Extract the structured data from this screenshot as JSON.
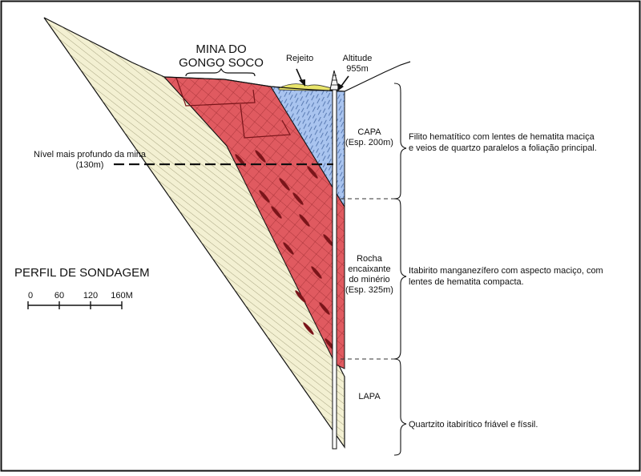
{
  "figure": {
    "title": "PERFIL DE SONDAGEM",
    "mine_label": [
      "MINA DO",
      "GONGO SOCO"
    ],
    "rejeito_label": "Rejeito",
    "altitude_label": [
      "Altitude",
      "955m"
    ],
    "deepest_level_label": [
      "Nível mais profundo da mina",
      "(130m)"
    ]
  },
  "zones": [
    {
      "id": "capa",
      "name_lines": [
        "CAPA",
        "(Esp. 200m)"
      ],
      "description_lines": [
        "Filito hematítico com lentes de hematita maciça",
        "e veios de quartzo paralelos a foliação principal."
      ],
      "color": "#a9c4ef"
    },
    {
      "id": "rocha",
      "name_lines": [
        "Rocha",
        "encaixante",
        "do minério",
        "(Esp. 325m)"
      ],
      "description_lines": [
        "Itabirito manganezífero com aspecto maciço, com",
        "lentes de hematita compacta."
      ],
      "color": "#e05a60"
    },
    {
      "id": "lapa",
      "name_lines": [
        "LAPA"
      ],
      "description_lines": [
        "Quartzito itabirítico friável e físsil."
      ],
      "color": "#f3f0d2"
    }
  ],
  "scale_bar": {
    "labels": [
      "0",
      "60",
      "120",
      "160M"
    ]
  },
  "colors": {
    "quartzite": "#f3f0d2",
    "ore_red": "#e05a60",
    "capa_blue": "#a9c4ef",
    "tailings_yellow": "#e9e56a",
    "outline": "#111111"
  }
}
